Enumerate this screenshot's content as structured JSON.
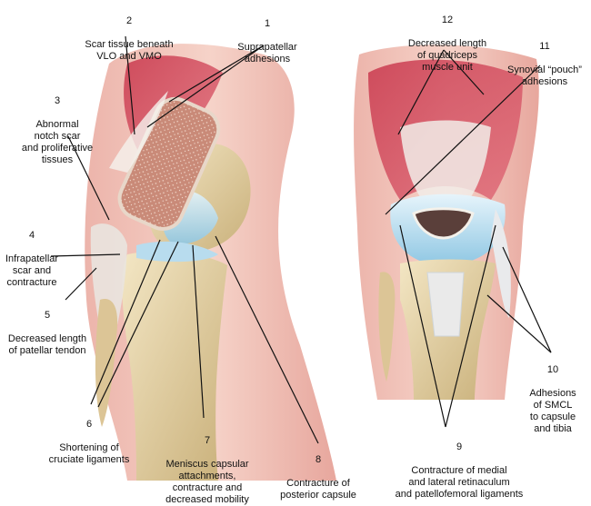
{
  "labels": [
    {
      "id": "l1",
      "num": "1",
      "text": "Suprapatellar\nadhesions"
    },
    {
      "id": "l2",
      "num": "2",
      "text": "Scar tissue beneath\nVLO and VMO"
    },
    {
      "id": "l3",
      "num": "3",
      "text": "Abnormal\nnotch scar\nand proliferative\ntissues"
    },
    {
      "id": "l4",
      "num": "4",
      "text": "Infrapatellar\nscar and\ncontracture"
    },
    {
      "id": "l5",
      "num": "5",
      "text": "Decreased length\nof patellar tendon"
    },
    {
      "id": "l6",
      "num": "6",
      "text": "Shortening of\ncruciate ligaments"
    },
    {
      "id": "l7",
      "num": "7",
      "text": "Meniscus capsular\nattachments,\ncontracture and\ndecreased mobility"
    },
    {
      "id": "l8",
      "num": "8",
      "text": "Contracture of\nposterior capsule"
    },
    {
      "id": "l9",
      "num": "9",
      "text": "Contracture of medial\nand lateral retinaculum\nand patellofemoral ligaments"
    },
    {
      "id": "l10",
      "num": "10",
      "text": "Adhesions\nof SMCL\nto capsule\nand tibia"
    },
    {
      "id": "l11",
      "num": "11",
      "text": "Synovial “pouch”\nadhesions"
    },
    {
      "id": "l12",
      "num": "12",
      "text": "Decreased length\nof quadriceps\nmuscle unit"
    }
  ]
}
